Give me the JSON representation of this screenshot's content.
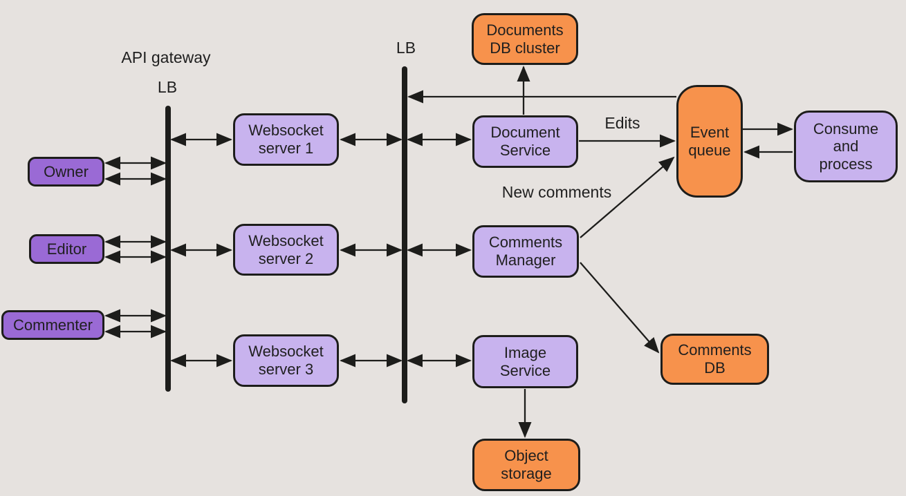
{
  "title": "Collaborative document service architecture diagram",
  "colors": {
    "background": "#e6e2df",
    "user_node_fill": "#9a6ad5",
    "service_node_fill": "#c8b3ee",
    "storage_node_fill": "#f7924c",
    "line_and_border": "#1d1d1b",
    "text": "#1f1f1f"
  },
  "labels": {
    "api_gateway": "API gateway",
    "lb_left": "LB",
    "lb_right": "LB",
    "edits": "Edits",
    "new_comments": "New comments"
  },
  "nodes": {
    "owner": {
      "label": "Owner",
      "kind": "user"
    },
    "editor": {
      "label": "Editor",
      "kind": "user"
    },
    "commenter": {
      "label": "Commenter",
      "kind": "user"
    },
    "websocket_server_1": {
      "label": "Websocket server 1",
      "kind": "service"
    },
    "websocket_server_2": {
      "label": "Websocket server 2",
      "kind": "service"
    },
    "websocket_server_3": {
      "label": "Websocket server 3",
      "kind": "service"
    },
    "document_service": {
      "label": "Document Service",
      "kind": "service"
    },
    "comments_manager": {
      "label": "Comments Manager",
      "kind": "service"
    },
    "image_service": {
      "label": "Image Service",
      "kind": "service"
    },
    "documents_db_cluster": {
      "label": "Documents DB cluster",
      "kind": "storage"
    },
    "event_queue": {
      "label": "Event queue",
      "kind": "storage"
    },
    "consume_and_process": {
      "label": "Consume and process",
      "kind": "service"
    },
    "comments_db": {
      "label": "Comments DB",
      "kind": "storage"
    },
    "object_storage": {
      "label": "Object storage",
      "kind": "storage"
    }
  },
  "edges": [
    {
      "from": "Owner",
      "to": "API gateway LB",
      "type": "bidirectional",
      "parallel_lines": 2
    },
    {
      "from": "Editor",
      "to": "API gateway LB",
      "type": "bidirectional",
      "parallel_lines": 2
    },
    {
      "from": "Commenter",
      "to": "API gateway LB",
      "type": "bidirectional",
      "parallel_lines": 2
    },
    {
      "from": "API gateway LB",
      "to": "Websocket server 1",
      "type": "bidirectional"
    },
    {
      "from": "API gateway LB",
      "to": "Websocket server 2",
      "type": "bidirectional"
    },
    {
      "from": "API gateway LB",
      "to": "Websocket server 3",
      "type": "bidirectional"
    },
    {
      "from": "Websocket server 1",
      "to": "LB",
      "type": "bidirectional"
    },
    {
      "from": "Websocket server 2",
      "to": "LB",
      "type": "bidirectional"
    },
    {
      "from": "Websocket server 3",
      "to": "LB",
      "type": "bidirectional"
    },
    {
      "from": "LB",
      "to": "Document Service",
      "type": "bidirectional"
    },
    {
      "from": "LB",
      "to": "Comments Manager",
      "type": "bidirectional"
    },
    {
      "from": "LB",
      "to": "Image Service",
      "type": "bidirectional"
    },
    {
      "from": "Document Service",
      "to": "Documents DB cluster",
      "type": "directed"
    },
    {
      "from": "Document Service",
      "to": "Event queue",
      "type": "directed",
      "label": "Edits"
    },
    {
      "from": "Comments Manager",
      "to": "Event queue",
      "type": "directed",
      "label": "New comments"
    },
    {
      "from": "Comments Manager",
      "to": "Comments DB",
      "type": "directed"
    },
    {
      "from": "Image Service",
      "to": "Object storage",
      "type": "directed"
    },
    {
      "from": "Event queue",
      "to": "LB",
      "type": "directed"
    },
    {
      "from": "Event queue",
      "to": "Consume and process",
      "type": "directed"
    },
    {
      "from": "Consume and process",
      "to": "Event queue",
      "type": "directed"
    }
  ]
}
